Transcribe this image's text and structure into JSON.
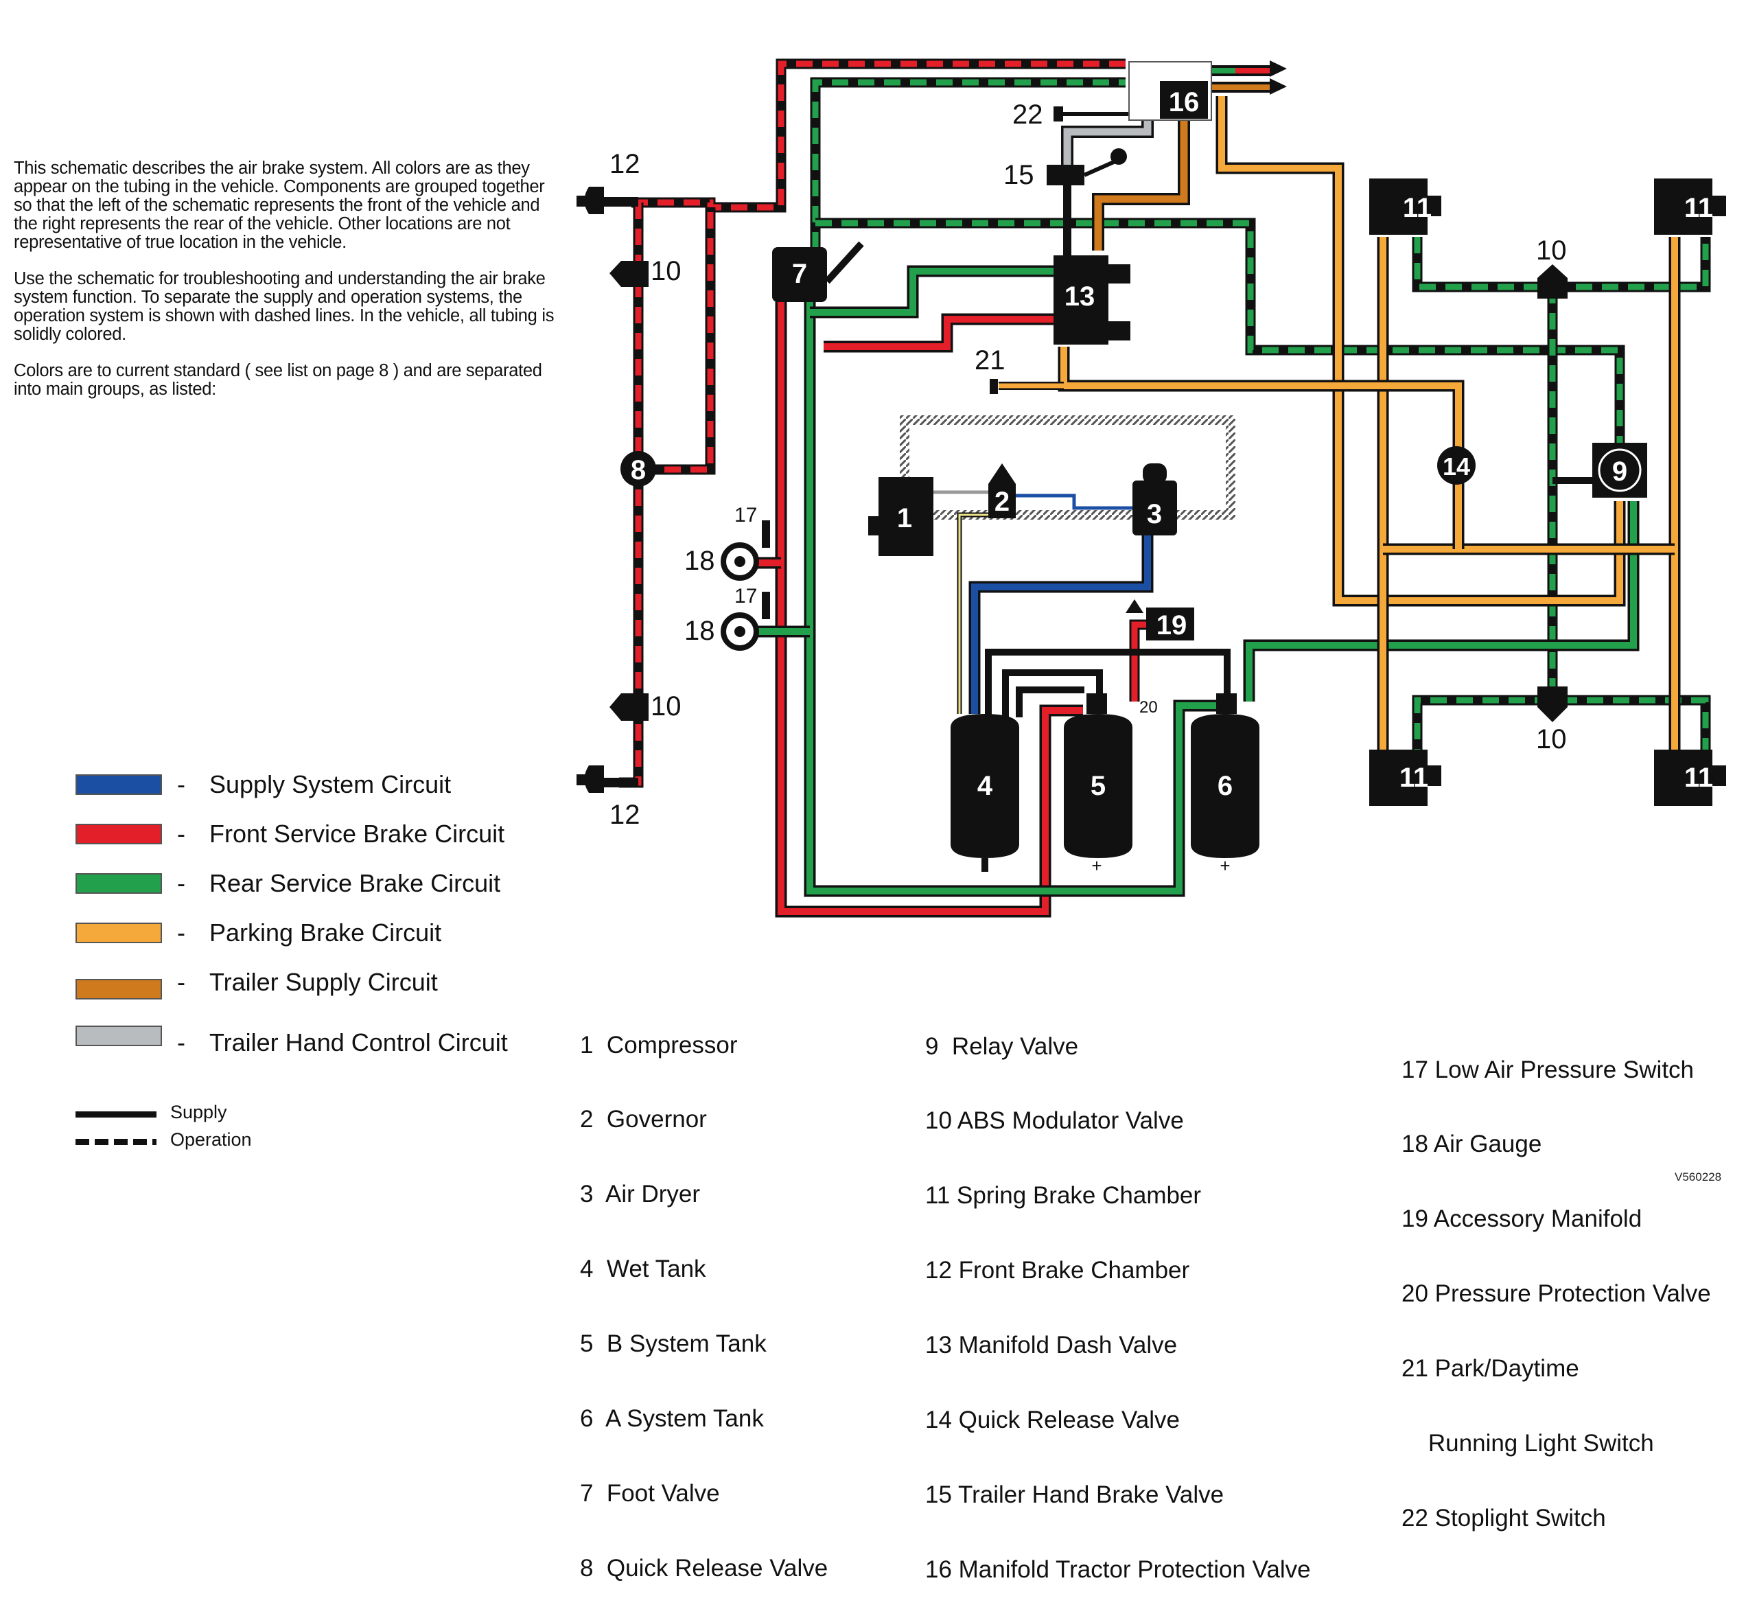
{
  "intro": {
    "p1": "This schematic describes the air brake system. All colors are as they appear on the tubing in the vehicle. Components are grouped together so that the left of the schematic represents the front of the vehicle and the right represents the rear of the vehicle. Other locations are not representative of true location in the vehicle.",
    "p2": "Use the schematic for troubleshooting and understanding the air brake system function. To separate the supply and operation systems, the operation system is shown with dashed lines. In the vehicle, all tubing is solidly colored.",
    "p3": "Colors are to current standard ( see list on page 8 ) and are separated into main groups, as listed:"
  },
  "legend": [
    {
      "label": "Supply System Circuit",
      "color": "#1b4fa3"
    },
    {
      "label": "Front Service Brake Circuit",
      "color": "#e3202a"
    },
    {
      "label": "Rear Service Brake Circuit",
      "color": "#22a04b"
    },
    {
      "label": "Parking Brake Circuit",
      "color": "#f6a93b"
    },
    {
      "label": "Trailer Supply Circuit",
      "color": "#d07a1e"
    },
    {
      "label": "Trailer Hand Control Circuit",
      "color": "#b9bcbe"
    }
  ],
  "line_legend": {
    "supply": "Supply",
    "operation": "Operation"
  },
  "parts": {
    "col1": [
      "1  Compressor",
      "2  Governor",
      "3  Air Dryer",
      "4  Wet Tank",
      "5  B System Tank",
      "6  A System Tank",
      "7  Foot Valve",
      "8  Quick Release Valve"
    ],
    "col2": [
      "9  Relay Valve",
      "10 ABS Modulator Valve",
      "11 Spring Brake Chamber",
      "12 Front Brake Chamber",
      "13 Manifold Dash Valve",
      "14 Quick Release Valve",
      "15 Trailer Hand Brake Valve",
      "16 Manifold Tractor Protection Valve"
    ],
    "col3": [
      "17 Low Air Pressure Switch",
      "18 Air Gauge",
      "19 Accessory Manifold",
      "20 Pressure Protection Valve",
      "21 Park/Daytime",
      "    Running Light Switch",
      "22 Stoplight Switch"
    ]
  },
  "diagram_labels": {
    "c1": "1",
    "c2": "2",
    "c3": "3",
    "c4": "4",
    "c5": "5",
    "c6": "6",
    "c7": "7",
    "c8": "8",
    "c9": "9",
    "c10a": "10",
    "c10b": "10",
    "c10c": "10",
    "c10d": "10",
    "c11a": "11",
    "c11b": "11",
    "c11c": "11",
    "c11d": "11",
    "c12a": "12",
    "c12b": "12",
    "c13": "13",
    "c14": "14",
    "c15": "15",
    "c16": "16",
    "c17a": "17",
    "c17b": "17",
    "c18a": "18",
    "c18b": "18",
    "c19": "19",
    "c20": "20",
    "c21": "21",
    "c22": "22"
  },
  "doc_code": "V560228"
}
